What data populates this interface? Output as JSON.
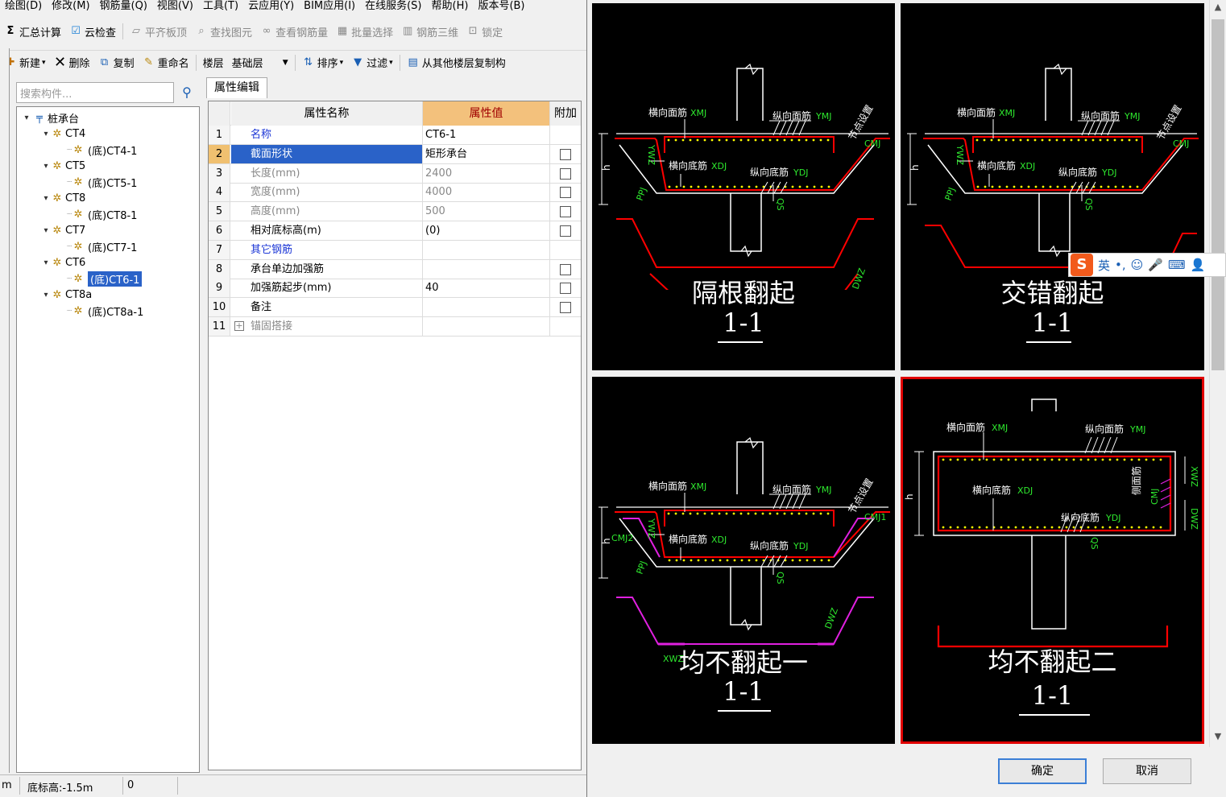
{
  "menubar": [
    "绘图(D)",
    "修改(M)",
    "钢筋量(Q)",
    "视图(V)",
    "工具(T)",
    "云应用(Y)",
    "BIM应用(I)",
    "在线服务(S)",
    "帮助(H)",
    "版本号(B)"
  ],
  "toolbar1": [
    {
      "icon": "sigma-icon",
      "glyph": "Σ",
      "label": "汇总计算",
      "disabled": false
    },
    {
      "icon": "cloud-check-icon",
      "glyph": "☑",
      "label": "云检查",
      "disabled": false
    },
    {
      "icon": "flat-slab-icon",
      "glyph": "▱",
      "label": "平齐板顶",
      "disabled": true
    },
    {
      "icon": "find-icon",
      "glyph": "⌕",
      "label": "查找图元",
      "disabled": true
    },
    {
      "icon": "rebar-view-icon",
      "glyph": "∞",
      "label": "查看钢筋量",
      "disabled": true
    },
    {
      "icon": "batch-select-icon",
      "glyph": "▦",
      "label": "批量选择",
      "disabled": true
    },
    {
      "icon": "rebar-3d-icon",
      "glyph": "▥",
      "label": "钢筋三维",
      "disabled": true
    },
    {
      "icon": "lock-icon",
      "glyph": "⊡",
      "label": "锁定",
      "disabled": true
    }
  ],
  "toolbar2": {
    "new_label": "新建",
    "delete_label": "删除",
    "copy_label": "复制",
    "rename_label": "重命名",
    "floor_label": "楼层",
    "floor_value": "基础层",
    "sort_label": "排序",
    "filter_label": "过滤",
    "copy_from_label": "从其他楼层复制构"
  },
  "search": {
    "placeholder": "搜索构件..."
  },
  "tree": {
    "root": "桩承台",
    "groups": [
      {
        "name": "CT4",
        "child": "(底)CT4-1"
      },
      {
        "name": "CT5",
        "child": "(底)CT5-1"
      },
      {
        "name": "CT8",
        "child": "(底)CT8-1"
      },
      {
        "name": "CT7",
        "child": "(底)CT7-1"
      },
      {
        "name": "CT6",
        "child": "(底)CT6-1"
      },
      {
        "name": "CT8a",
        "child": "(底)CT8a-1"
      }
    ]
  },
  "props": {
    "tab_label": "属性编辑",
    "header": {
      "name": "属性名称",
      "value": "属性值",
      "extra": "附加"
    },
    "rows": [
      {
        "num": "1",
        "name": "名称",
        "value": "CT6-1",
        "checkbox": false
      },
      {
        "num": "2",
        "name": "截面形状",
        "value": "矩形承台",
        "checkbox": true
      },
      {
        "num": "3",
        "name": "长度(mm)",
        "value": "2400",
        "checkbox": true
      },
      {
        "num": "4",
        "name": "宽度(mm)",
        "value": "4000",
        "checkbox": true
      },
      {
        "num": "5",
        "name": "高度(mm)",
        "value": "500",
        "checkbox": true
      },
      {
        "num": "6",
        "name": "相对底标高(m)",
        "value": "(0)",
        "checkbox": true
      },
      {
        "num": "7",
        "name": "其它钢筋",
        "value": "",
        "checkbox": false
      },
      {
        "num": "8",
        "name": "承台单边加强筋",
        "value": "",
        "checkbox": true
      },
      {
        "num": "9",
        "name": "加强筋起步(mm)",
        "value": "40",
        "checkbox": true
      },
      {
        "num": "10",
        "name": "备注",
        "value": "",
        "checkbox": true
      },
      {
        "num": "11",
        "name": "锚固搭接",
        "value": "",
        "checkbox": false
      }
    ]
  },
  "statusbar": {
    "left": "m",
    "elevation": "底标高:-1.5m",
    "value": "0"
  },
  "dialog": {
    "options": [
      {
        "title": "隔根翻起",
        "section": "1-1"
      },
      {
        "title": "交错翻起",
        "section": "1-1"
      },
      {
        "title": "均不翻起一",
        "section": "1-1"
      },
      {
        "title": "均不翻起二",
        "section": "1-1"
      }
    ],
    "labels": {
      "xmj": "横向面筋",
      "xmj_code": "XMJ",
      "ymj": "纵向面筋",
      "ymj_code": "YMJ",
      "xdj": "横向底筋",
      "xdj_code": "XDJ",
      "ydj": "纵向底筋",
      "ydj_code": "YDJ",
      "node": "节点设置",
      "side": "侧面筋",
      "cmj": "CMJ",
      "cmj1": "CMJ1",
      "cmj2": "CMJ2",
      "xwz": "XWZ",
      "xwz2": "XWZ",
      "dwz": "DWZ",
      "ywz": "YWZ",
      "ppj": "PPJ",
      "qs": "QS",
      "h": "h"
    },
    "ok_label": "确定",
    "cancel_label": "取消"
  },
  "ime": {
    "brand": "S",
    "lang": "英",
    "items": [
      "•,",
      "☺",
      "🎤",
      "⌨",
      "👤"
    ]
  },
  "colors": {
    "selection": "#2a62c8",
    "rebar_red": "#ff0000",
    "rebar_magenta": "#e020e0",
    "dim_green": "#2ee82e",
    "highlight_border": "#e00000"
  }
}
